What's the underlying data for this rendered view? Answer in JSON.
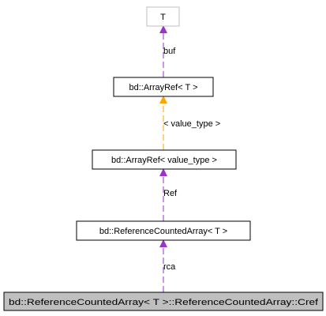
{
  "nodes": {
    "t": {
      "label": "T"
    },
    "arrayref_t": {
      "label": "bd::ArrayRef< T >"
    },
    "arrayref_value_type": {
      "label": "bd::ArrayRef< value_type >"
    },
    "refcounted": {
      "label": "bd::ReferenceCountedArray< T >"
    },
    "cref": {
      "label": "bd::ReferenceCountedArray< T >::ReferenceCountedArray::Cref"
    }
  },
  "edges": {
    "buf": {
      "label": "buf",
      "color": "#9a32cd"
    },
    "value_type": {
      "label": "< value_type >",
      "color": "#ffa500"
    },
    "ref": {
      "label": "Ref",
      "color": "#9a32cd"
    },
    "rca": {
      "label": "rca",
      "color": "#9a32cd"
    }
  },
  "colors": {
    "highlight_fill": "#bfbfbf",
    "faded_border": "#bfbfbf",
    "border": "#000000"
  }
}
